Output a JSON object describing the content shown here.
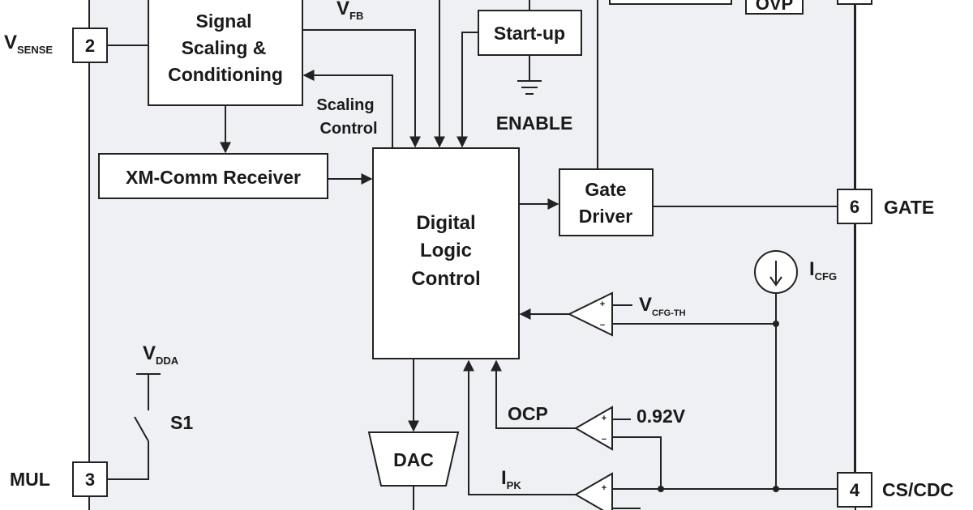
{
  "colors": {
    "chip_fill": "#eef0f3",
    "line": "#222222",
    "block_fill": "#ffffff"
  },
  "blocks": {
    "signal_scaling": [
      "Signal",
      "Scaling &",
      "Conditioning"
    ],
    "startup": "Start-up",
    "xm_comm": "XM-Comm Receiver",
    "digital_logic": [
      "Digital",
      "Logic",
      "Control"
    ],
    "gate_driver": [
      "Gate",
      "Driver"
    ],
    "dac": "DAC",
    "ovp": "OVP"
  },
  "pins": {
    "vsense": {
      "number": "2",
      "name_main": "V",
      "name_sub": "SENSE"
    },
    "mul": {
      "number": "3",
      "name": "MUL"
    },
    "gate": {
      "number": "6",
      "name": "GATE"
    },
    "cs_cdc": {
      "number": "4",
      "name": "CS/CDC"
    }
  },
  "labels": {
    "vfb_main": "V",
    "vfb_sub": "FB",
    "scaling_control": [
      "Scaling",
      "Control"
    ],
    "enable": "ENABLE",
    "icfg_main": "I",
    "icfg_sub": "CFG",
    "vcfgth_main": "V",
    "vcfgth_sub": "CFG-TH",
    "ocp": "OCP",
    "ref_092": "0.92V",
    "ipk_main": "I",
    "ipk_sub": "PK",
    "vdda_main": "V",
    "vdda_sub": "DDA",
    "s1": "S1"
  },
  "comparator_signs": {
    "plus": "+",
    "minus": "−"
  }
}
